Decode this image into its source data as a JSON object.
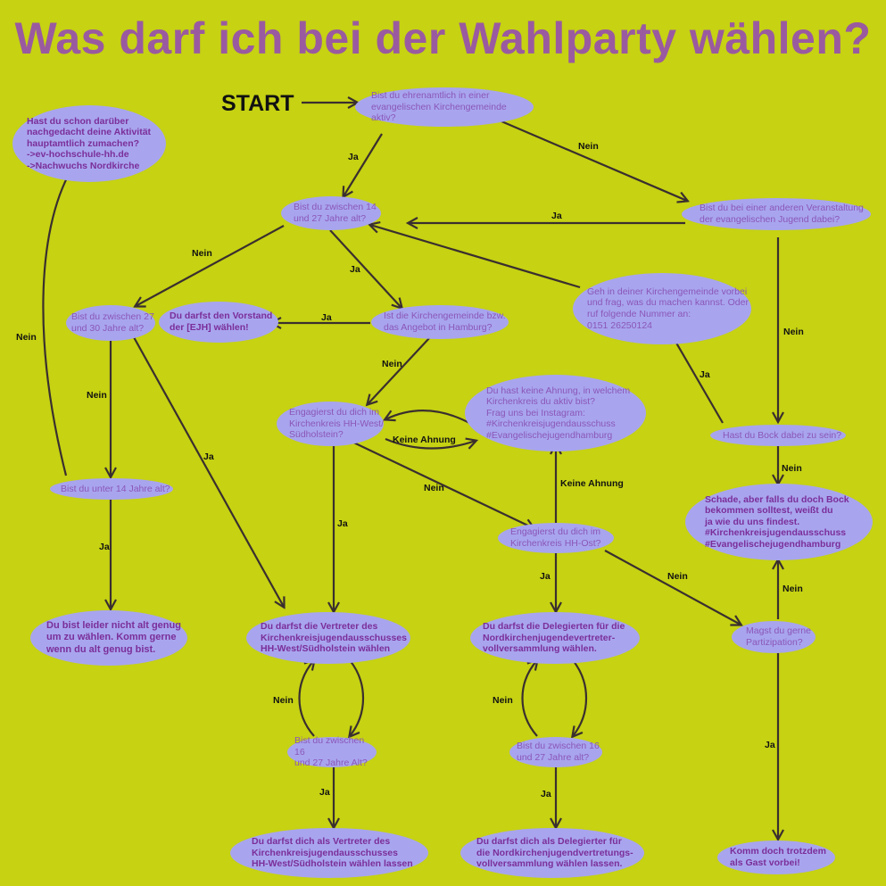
{
  "title": "Was darf ich bei der Wahlparty wählen?",
  "start": "START",
  "nodes": {
    "q_ehrenamt": "Bist du ehrenamtlich in einer\nevangelischen Kirchengemeinde aktiv?",
    "q_14_27": "Bist du zwischen 14\nund 27 Jahre alt?",
    "q_andere_veranstaltung": "Bist du bei einer anderen Veranstaltung\nder evangelischen Jugend dabei?",
    "a_hochschule": "Hast du schon darüber\nnachgedacht deine Aktivität\nhauptamtlich zumachen?\n->ev-hochschule-hh.de\n->Nachwuchs Nordkirche",
    "q_27_30": "Bist du zwischen 27\nund 30 Jahre alt?",
    "a_vorstand": "Du darfst den Vorstand\nder [EJH] wählen!",
    "q_hamburg": "Ist die Kirchengemeinde bzw.\ndas Angebot in Hamburg?",
    "a_geh_vorbei": "Geh in deiner Kirchengemeinde vorbei\nund frag, was du machen kannst. Oder\nruf folgende Nummer an:\n0151 26250124",
    "q_west": "Engagierst du dich im\nKirchenkreis HH-West/\nSüdholstein?",
    "a_keine_ahnung": "Du hast keine Ahnung, in welchem\nKirchenkreis du aktiv bist?\nFrag uns bei Instagram:\n#Kirchenkreisjugendausschuss\n#Evangelischejugendhamburg",
    "q_bock": "Hast du Bock dabei zu sein?",
    "a_schade": "Schade, aber falls du doch Bock\nbekommen solltest, weißt du\nja wie du uns findest.\n#Kirchenkreisjugendausschuss\n#Evangelischejugendhamburg",
    "q_unter14": "Bist du unter 14 Jahre alt?",
    "q_ost": "Engagierst du dich im\nKirchenkreis HH-Ost?",
    "a_nicht_alt": "Du bist leider nicht alt genug\num zu wählen. Komm gerne\nwenn du alt genug bist.",
    "a_vertreter_west": "Du darfst die Vertreter des\nKirchenkreisjugendausschusses\nHH-West/Südholstein wählen",
    "a_delegierte_nord": "Du darfst die Delegierten für die\nNordkirchenjugendevertreter-\nvollversammlung wählen.",
    "q_partizipation": "Magst du gerne\nPartizipation?",
    "q_16_27_west": "Bist du zwischen 16\nund 27 Jahre Alt?",
    "q_16_27_ost": "Bist du zwischen 16\nund 27 Jahre alt?",
    "a_als_vertreter": "Du darfst dich als Vertreter des\nKirchenkreisjugendausschusses\nHH-West/Südholstein wählen lassen",
    "a_als_delegierter": "Du darfst dich als Delegierter für\ndie Nordkirchenjugendvertretungs-\nvollversammlung wählen lassen.",
    "a_gast": "Komm doch trotzdem\nals Gast vorbei!"
  },
  "labels": {
    "ja": "Ja",
    "nein": "Nein",
    "keine_ahnung": "Keine Ahnung"
  },
  "colors": {
    "background": "#c6d212",
    "node_fill": "#a8a5ee",
    "title": "#9a5aa0",
    "question_text": "#8b56b8",
    "answer_text": "#7b2e9a",
    "arrow": "#3a2f2f"
  }
}
